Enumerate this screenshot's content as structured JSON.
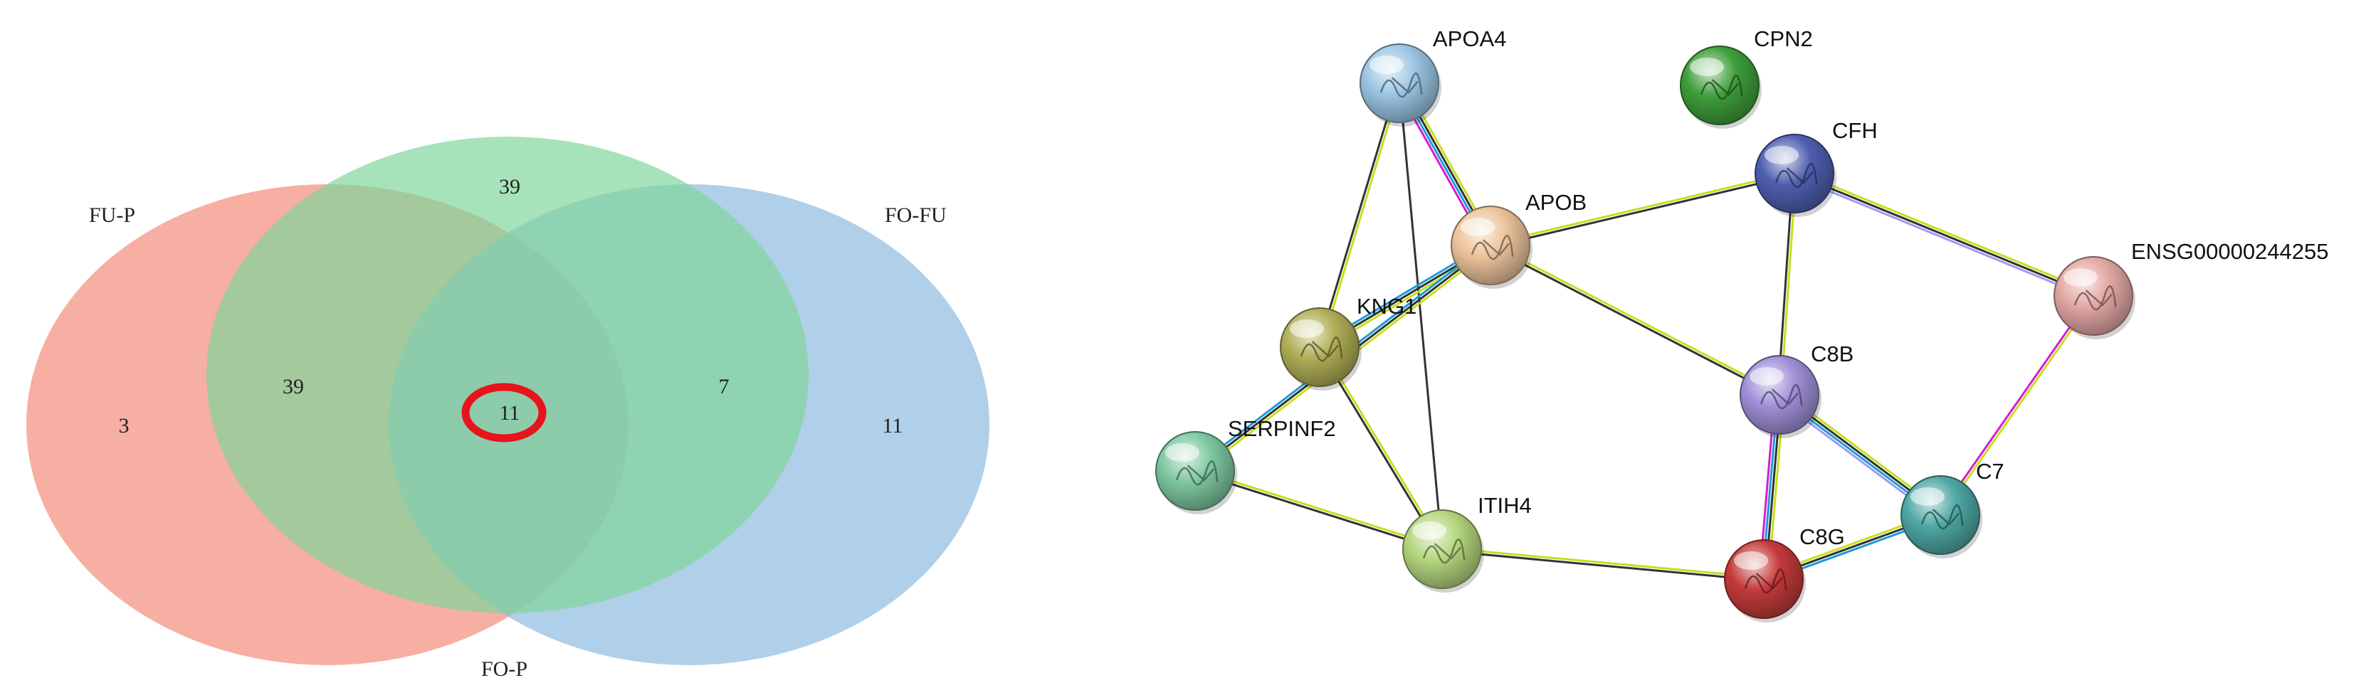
{
  "venn": {
    "sets": [
      {
        "label": "FU-P",
        "color": "#f2907e"
      },
      {
        "label": "FO-P",
        "color": "#7ed69a"
      },
      {
        "label": "FO-FU",
        "color": "#92bde0"
      }
    ],
    "regions": {
      "fup_only": "3",
      "fop_only": "39",
      "fofu_only": "11",
      "fup_fop": "39",
      "fop_fofu": "7",
      "all_three": "11"
    },
    "highlight_color": "#e8141c"
  },
  "network": {
    "nodes": [
      {
        "id": "APOA4",
        "label": "APOA4",
        "color": "#9cc6e4"
      },
      {
        "id": "CPN2",
        "label": "CPN2",
        "color": "#3f9e3a"
      },
      {
        "id": "CFH",
        "label": "CFH",
        "color": "#4f5fb0"
      },
      {
        "id": "APOB",
        "label": "APOB",
        "color": "#ecc49c"
      },
      {
        "id": "ENSG",
        "label": "ENSG00000244255",
        "color": "#e2a8a4"
      },
      {
        "id": "KNG1",
        "label": "KNG1",
        "color": "#b0ae56"
      },
      {
        "id": "C8B",
        "label": "C8B",
        "color": "#a090d8"
      },
      {
        "id": "SERPINF2",
        "label": "SERPINF2",
        "color": "#7ec8a0"
      },
      {
        "id": "C7",
        "label": "C7",
        "color": "#4fa8a4"
      },
      {
        "id": "ITIH4",
        "label": "ITIH4",
        "color": "#b4d67e"
      },
      {
        "id": "C8G",
        "label": "C8G",
        "color": "#c43a3a"
      }
    ],
    "edges": [
      {
        "from": "APOA4",
        "to": "APOB",
        "colors": [
          "#c4e01a",
          "#333333",
          "#1a9cd8",
          "#d81ad0"
        ]
      },
      {
        "from": "APOA4",
        "to": "KNG1",
        "colors": [
          "#c4e01a",
          "#333333"
        ]
      },
      {
        "from": "APOA4",
        "to": "ITIH4",
        "colors": [
          "#333333"
        ]
      },
      {
        "from": "APOB",
        "to": "CFH",
        "colors": [
          "#c4e01a",
          "#333333"
        ]
      },
      {
        "from": "APOB",
        "to": "KNG1",
        "colors": [
          "#c4e01a",
          "#333333",
          "#1a9cd8"
        ]
      },
      {
        "from": "APOB",
        "to": "SERPINF2",
        "colors": [
          "#c4e01a",
          "#333333",
          "#1a9cd8"
        ]
      },
      {
        "from": "APOB",
        "to": "C8B",
        "colors": [
          "#c4e01a",
          "#333333"
        ]
      },
      {
        "from": "CFH",
        "to": "ENSG",
        "colors": [
          "#c4e01a",
          "#333333",
          "#9c9cf0"
        ]
      },
      {
        "from": "CFH",
        "to": "C8B",
        "colors": [
          "#c4e01a",
          "#333333"
        ]
      },
      {
        "from": "ENSG",
        "to": "C7",
        "colors": [
          "#c4e01a",
          "#d81ad0"
        ]
      },
      {
        "from": "KNG1",
        "to": "ITIH4",
        "colors": [
          "#c4e01a",
          "#333333"
        ]
      },
      {
        "from": "SERPINF2",
        "to": "ITIH4",
        "colors": [
          "#c4e01a",
          "#333333"
        ]
      },
      {
        "from": "ITIH4",
        "to": "C8G",
        "colors": [
          "#c4e01a",
          "#333333"
        ]
      },
      {
        "from": "C8B",
        "to": "C7",
        "colors": [
          "#c4e01a",
          "#333333",
          "#1a9cd8",
          "#9c9cf0"
        ]
      },
      {
        "from": "C8B",
        "to": "C8G",
        "colors": [
          "#c4e01a",
          "#333333",
          "#1a9cd8",
          "#d81ad0"
        ]
      },
      {
        "from": "C8G",
        "to": "C7",
        "colors": [
          "#c4e01a",
          "#333333",
          "#1a9cd8"
        ]
      }
    ]
  }
}
